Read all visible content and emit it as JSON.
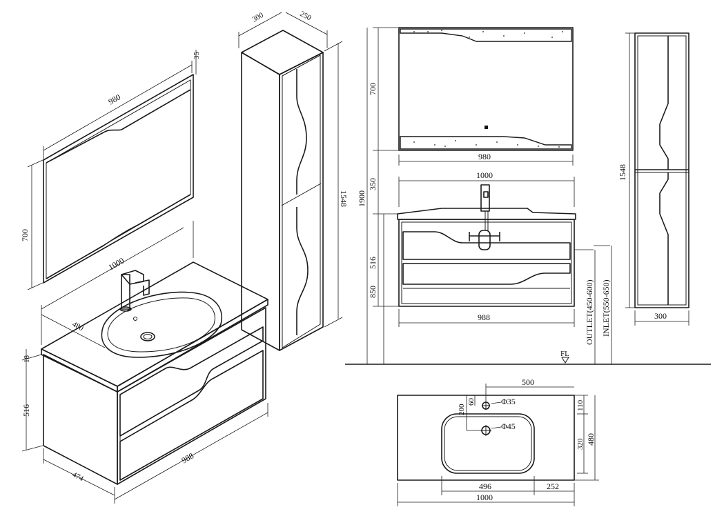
{
  "dimensions": {
    "mirror_width": "980",
    "mirror_depth": "35",
    "mirror_height": "700",
    "vanity_top_width": "1000",
    "vanity_depth_top": "480",
    "vanity_top_thickness": "18",
    "vanity_height": "516",
    "vanity_base_width": "988",
    "vanity_base_depth": "474",
    "cabinet_width": "300",
    "cabinet_depth": "250",
    "cabinet_height": "1548",
    "front_mirror_height": "700",
    "front_mirror_width": "980",
    "front_gap": "350",
    "front_total_height": "1900",
    "front_vanity_width": "1000",
    "front_vanity_height": "516",
    "front_vanity_mount": "850",
    "front_vanity_base": "988",
    "outlet": "OUTLET(450-600)",
    "inlet": "INLET(550-650)",
    "floor": "FL",
    "side_height": "1548",
    "side_width": "300",
    "plan_tap_offset": "500",
    "plan_tap_back": "60",
    "plan_basin_back": "200",
    "plan_tap_hole": "Φ35",
    "plan_drain_hole": "Φ45",
    "plan_right_top": "110",
    "plan_basin_depth": "320",
    "plan_total_depth": "480",
    "plan_basin_width": "496",
    "plan_right_margin": "252",
    "plan_total_width": "1000"
  },
  "colors": {
    "line": "#1a1a1a",
    "background": "#ffffff"
  }
}
